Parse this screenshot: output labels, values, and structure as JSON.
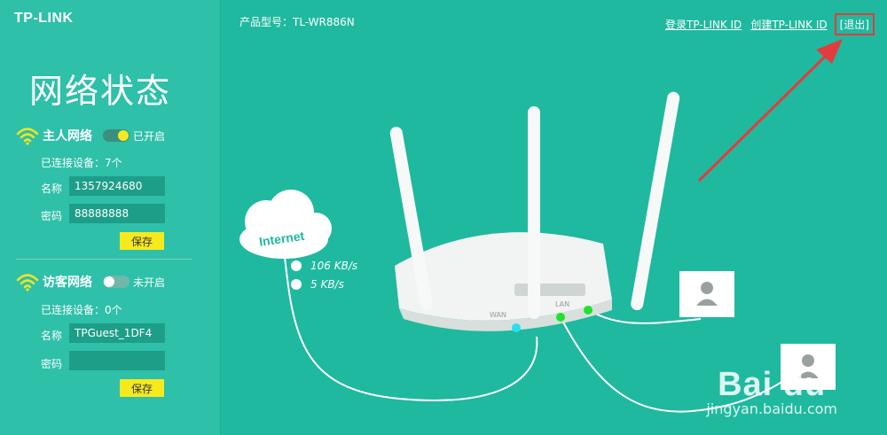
{
  "brand": {
    "logo": "TP-LINK"
  },
  "sidebar": {
    "title": "网络状态",
    "host_network": {
      "title": "主人网络",
      "toggle_label": "已开启",
      "connected_devices": "已连接设备：7个",
      "name_label": "名称",
      "name_value": "1357924680",
      "password_label": "密码",
      "password_value": "88888888",
      "save_label": "保存"
    },
    "guest_network": {
      "title": "访客网络",
      "toggle_label": "未开启",
      "connected_devices": "已连接设备：0个",
      "name_label": "名称",
      "name_value": "TPGuest_1DF4",
      "password_label": "密码",
      "password_value": "",
      "save_label": "保存"
    }
  },
  "header": {
    "model_label": "产品型号：TL-WR886N",
    "login_link": "登录TP-LINK ID",
    "create_link": "创建TP-LINK ID",
    "logout_link": "[退出]"
  },
  "diagram": {
    "internet_label": "Internet",
    "upload_speed": "106 KB/s",
    "download_speed": "5 KB/s",
    "wan_label": "WAN",
    "lan_label": "LAN"
  },
  "watermark": {
    "logo": "Bai du",
    "url": "jingyan.baidu.com"
  },
  "colors": {
    "background": "#1fb99f",
    "sidebar": "#2ec0a9",
    "save_button": "#f6ea1d",
    "annotation": "#e23c3c"
  }
}
